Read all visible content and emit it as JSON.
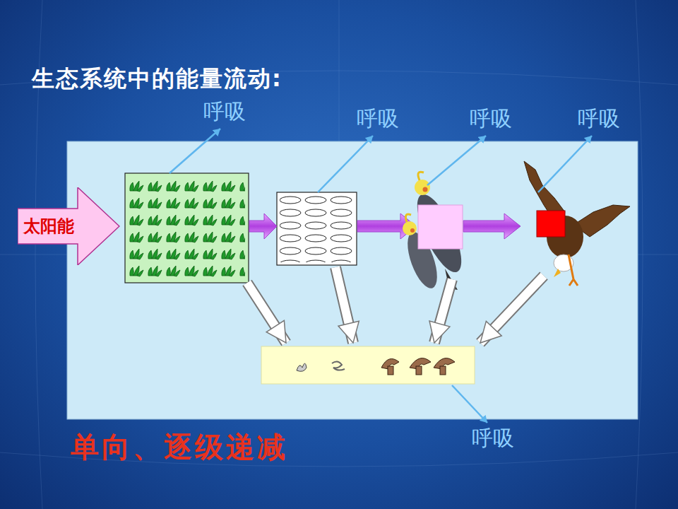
{
  "diagram": {
    "title": "生态系统中的能量流动:",
    "nodes": [
      {
        "text": [
          "太阳能"
        ]
      }
    ],
    "labels": [
      "呼吸",
      "呼吸",
      "呼吸",
      "呼吸",
      "呼吸",
      "单向、逐级递减"
    ]
  }
}
